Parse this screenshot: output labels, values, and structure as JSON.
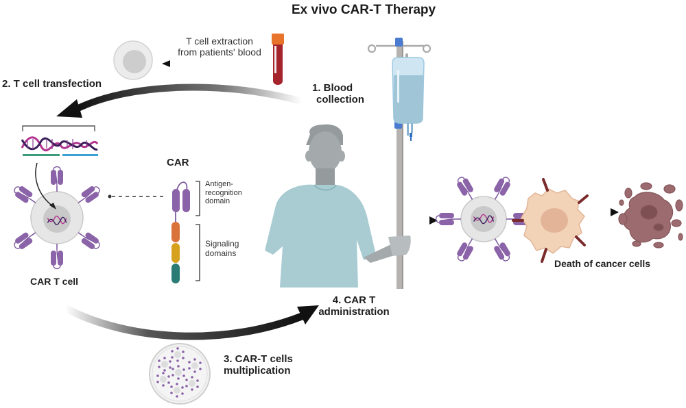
{
  "title": "Ex vivo CAR-T Therapy",
  "steps": {
    "blood_collection": [
      "1.  Blood",
      "collection"
    ],
    "transfection": "2. T cell transfection",
    "multiplication": [
      "3. CAR-T cells",
      "multiplication"
    ],
    "administration": [
      "4. CAR T",
      "administration"
    ]
  },
  "labels": {
    "extraction": [
      "T cell extraction",
      "from patients' blood"
    ],
    "car_heading": "CAR",
    "antigen_domain": [
      "Antigen-",
      "recognition",
      "domain"
    ],
    "signaling_domains": [
      "Signaling",
      "domains"
    ],
    "car_t_cell": "CAR T cell",
    "death": "Death of cancer cells"
  },
  "colors": {
    "car_purple": "#7d5a9e",
    "signal_orange": "#d9733a",
    "signal_yellow": "#d6a21e",
    "signal_teal": "#2a7c74",
    "gown": "#a8ccd2",
    "skin_gray": "#a4a9ab",
    "cancer_cell": "#f3d3b8",
    "dead_cell": "#9b6b6f",
    "blood_tube": "#a5242b",
    "tube_cap": "#e8742c",
    "iv_blue": "#4a7bd0",
    "dna_magenta": "#b3338f",
    "dna_dark": "#3b1d5a",
    "gene_green": "#3d9a7a",
    "gene_blue": "#3ba0d4"
  }
}
